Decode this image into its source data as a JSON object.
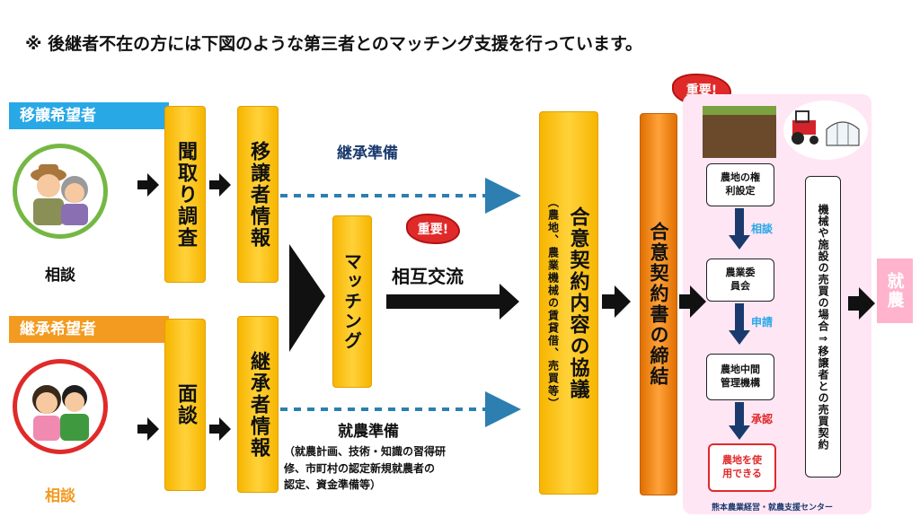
{
  "title": "※ 後継者不在の方には下図のような第三者とのマッチング支援を行っています。",
  "transferor": {
    "label": "移譲希望者",
    "consult": "相談"
  },
  "successor": {
    "label": "継承希望者",
    "consult": "相談"
  },
  "boxes": {
    "hearing": "聞取り調査",
    "transferor_info": "移譲者情報",
    "interview": "面談",
    "successor_info": "継承者情報",
    "matching": "マッチング",
    "agreement": "合意契約内容の協議",
    "agreement_sub": "（農地、農業機械の賃貸借、売買等）",
    "contract": "合意契約書の締結"
  },
  "labels": {
    "succession_prep": "継承準備",
    "mutual_exchange": "相互交流",
    "farming_prep": "就農準備",
    "farming_prep_detail": [
      "（就農計画、技術・知識の習得研",
      "修、市町村の認定新規就農者の",
      "認定、資金準備等）"
    ]
  },
  "badges": {
    "important": "重要!"
  },
  "process": {
    "step1": [
      "農地の権",
      "利設定"
    ],
    "arrow1": "相談",
    "step2": [
      "農業委",
      "員会"
    ],
    "arrow2": "申請",
    "step3": [
      "農地中間",
      "管理機構"
    ],
    "arrow3": "承認",
    "step4": [
      "農地を使",
      "用できる"
    ],
    "side_note": "機械や施設の売買の場合⇒移譲者との売買契約",
    "footer": "熊本農業経営・就農支援センター"
  },
  "final": "就農",
  "colors": {
    "blue": "#29a8e6",
    "orange": "#f39a21",
    "navy": "#1a3a6e",
    "red": "#e02a2a",
    "pink": "#ffe6f4"
  }
}
